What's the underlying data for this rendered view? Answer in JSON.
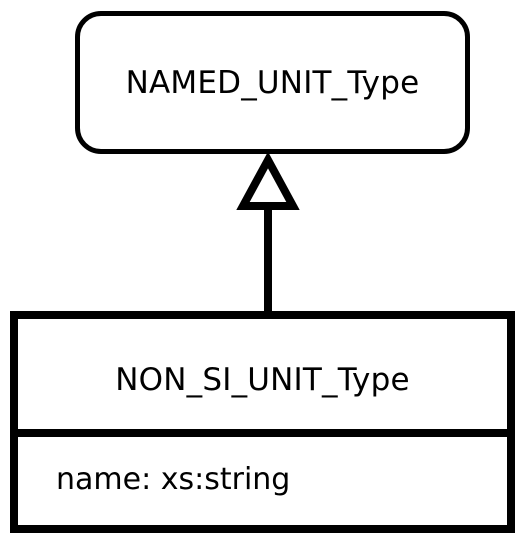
{
  "parent_class": {
    "name": "NAMED_UNIT_Type"
  },
  "child_class": {
    "name": "NON_SI_UNIT_Type",
    "attributes": [
      "name: xs:string"
    ]
  }
}
